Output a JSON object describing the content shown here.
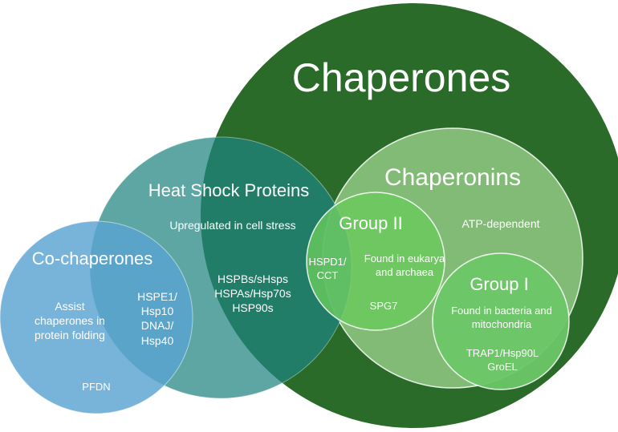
{
  "colors": {
    "chaperones": "#2a6b2a",
    "chaperonins": "#86c07a",
    "group_two": "#6acb5e",
    "group_one": "#6cc666",
    "heat_shock_proteins": "#1f8480",
    "co_chaperones": "#5aa4d2",
    "text": "#ffffff"
  },
  "diagram": {
    "chaperones": {
      "title": "Chaperones"
    },
    "chaperonins": {
      "title": "Chaperonins",
      "note": "ATP-dependent"
    },
    "group_two": {
      "title": "Group II",
      "note": "Found in eukarya\nand archaea",
      "shared": "HSPD1/\nCCT",
      "member": "SPG7"
    },
    "group_one": {
      "title": "Group I",
      "note": "Found in bacteria and\nmitochondria",
      "members": "TRAP1/Hsp90L\nGroEL"
    },
    "heat_shock_proteins": {
      "title": "Heat Shock Proteins",
      "note": "Upregulated in cell stress",
      "members": "HSPBs/sHsps\nHSPAs/Hsp70s\nHSP90s"
    },
    "co_chaperones": {
      "title": "Co-chaperones",
      "note": "Assist\nchaperones in\nprotein folding",
      "shared": "HSPE1/\nHsp10\nDNAJ/\nHsp40",
      "member": "PFDN"
    }
  }
}
